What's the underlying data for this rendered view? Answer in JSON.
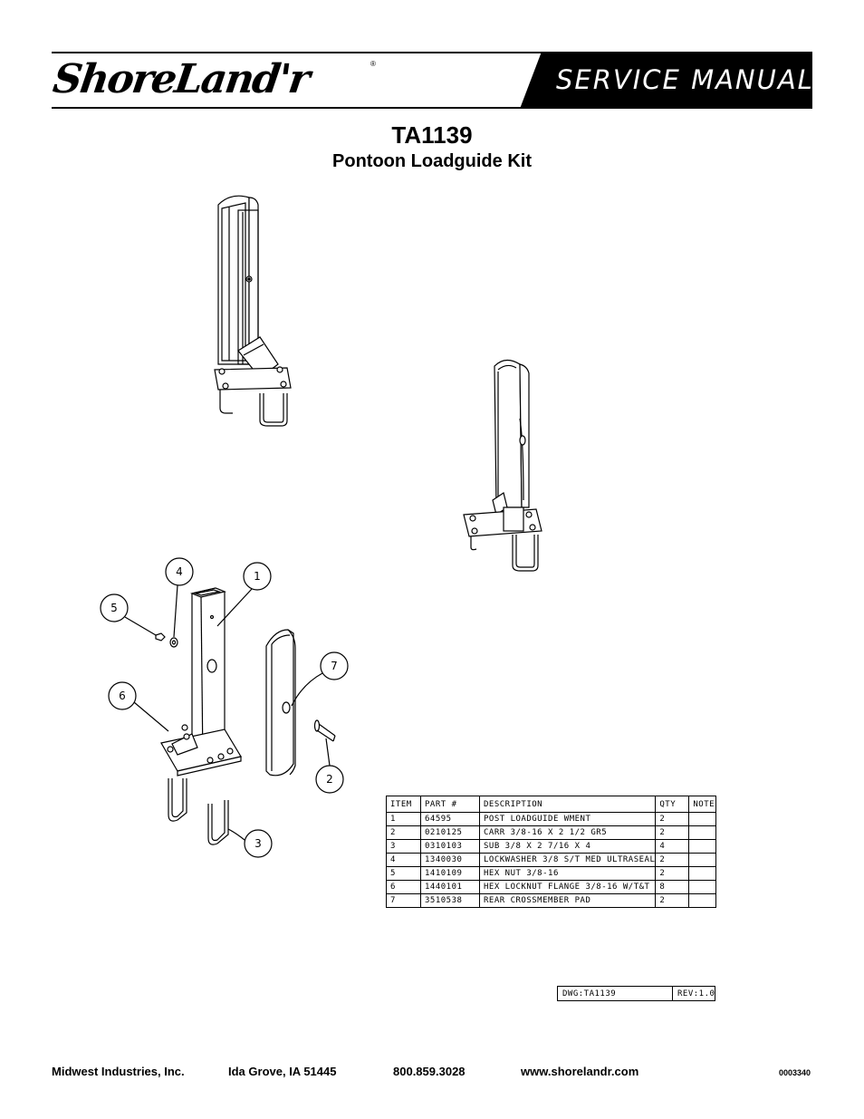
{
  "header": {
    "brand": "ShoreLand'r",
    "registered_mark": "®",
    "banner": "SERVICE MANUAL"
  },
  "document": {
    "title": "TA1139",
    "subtitle": "Pontoon Loadguide Kit"
  },
  "callouts": [
    "1",
    "2",
    "3",
    "4",
    "5",
    "6",
    "7"
  ],
  "parts_table": {
    "headers": [
      "ITEM",
      "PART #",
      "DESCRIPTION",
      "QTY",
      "NOTE"
    ],
    "rows": [
      {
        "item": "1",
        "part": "64595",
        "description": "POST LOADGUIDE WMENT",
        "qty": "2",
        "note": ""
      },
      {
        "item": "2",
        "part": "0210125",
        "description": "CARR 3/8-16 X 2 1/2 GR5",
        "qty": "2",
        "note": ""
      },
      {
        "item": "3",
        "part": "0310103",
        "description": "SUB 3/8 X 2 7/16 X 4",
        "qty": "4",
        "note": ""
      },
      {
        "item": "4",
        "part": "1340030",
        "description": "LOCKWASHER 3/8 S/T MED ULTRASEAL",
        "qty": "2",
        "note": ""
      },
      {
        "item": "5",
        "part": "1410109",
        "description": "HEX NUT 3/8-16",
        "qty": "2",
        "note": ""
      },
      {
        "item": "6",
        "part": "1440101",
        "description": "HEX LOCKNUT FLANGE 3/8-16 W/T&T",
        "qty": "8",
        "note": ""
      },
      {
        "item": "7",
        "part": "3510538",
        "description": "REAR CROSSMEMBER PAD",
        "qty": "2",
        "note": ""
      }
    ]
  },
  "title_block": {
    "dwg": "DWG:TA1139",
    "rev": "REV:1.0"
  },
  "footer": {
    "company": "Midwest Industries, Inc.",
    "location": "Ida Grove, IA  51445",
    "phone": "800.859.3028",
    "website": "www.shorelandr.com",
    "doc_code": "0003340"
  }
}
